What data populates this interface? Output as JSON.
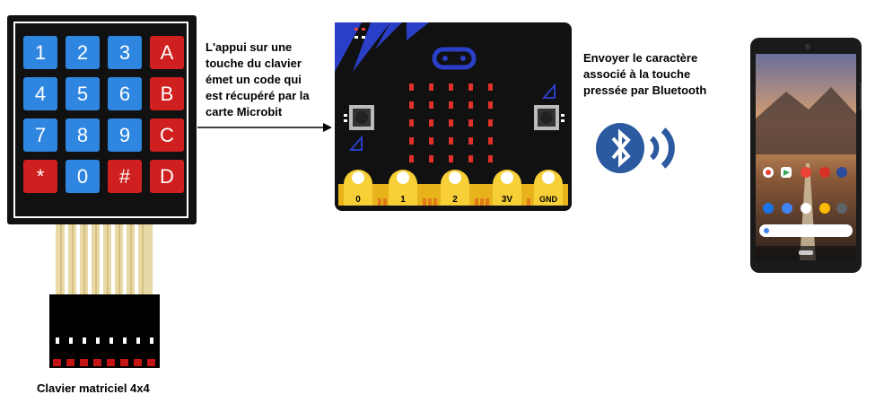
{
  "keypad": {
    "keys": [
      {
        "label": "1",
        "color": "blue"
      },
      {
        "label": "2",
        "color": "blue"
      },
      {
        "label": "3",
        "color": "blue"
      },
      {
        "label": "A",
        "color": "red"
      },
      {
        "label": "4",
        "color": "blue"
      },
      {
        "label": "5",
        "color": "blue"
      },
      {
        "label": "6",
        "color": "blue"
      },
      {
        "label": "B",
        "color": "red"
      },
      {
        "label": "7",
        "color": "blue"
      },
      {
        "label": "8",
        "color": "blue"
      },
      {
        "label": "9",
        "color": "blue"
      },
      {
        "label": "C",
        "color": "red"
      },
      {
        "label": "*",
        "color": "red"
      },
      {
        "label": "0",
        "color": "blue"
      },
      {
        "label": "#",
        "color": "red"
      },
      {
        "label": "D",
        "color": "red"
      }
    ],
    "caption": "Clavier matriciel 4x4"
  },
  "note_keypress": [
    "L'appui sur une",
    "touche du clavier",
    "émet un code  qui",
    "est récupéré par la",
    "carte Microbit"
  ],
  "microbit": {
    "pins": [
      "0",
      "1",
      "2",
      "3V",
      "GND"
    ]
  },
  "note_bluetooth": [
    "Envoyer le caractère",
    "associé à la touche",
    "pressée   par Bluetooth"
  ],
  "colors": {
    "key_blue": "#2f86e0",
    "key_red": "#d01f1f",
    "board": "#111111",
    "gold": "#f2c21a",
    "bluetooth": "#2c5aa0"
  },
  "icons": [
    "bluetooth-icon",
    "signal-waves-icon"
  ]
}
